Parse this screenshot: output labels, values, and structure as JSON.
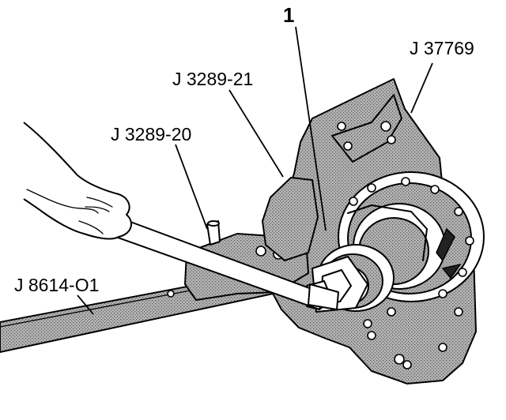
{
  "callouts": {
    "item_1": "1",
    "j37769": "J 37769",
    "j3289_21": "J 3289-21",
    "j3289_20": "J 3289-20",
    "j8614_01": "J 8614-O1"
  },
  "icons": {
    "hand": "hand-icon",
    "wrench": "wrench-bar-icon",
    "fixture": "holding-fixture-icon",
    "pinion": "pinion-flange-icon"
  },
  "colors": {
    "ink": "#000000",
    "shading": "#9a9a9a",
    "background": "#ffffff"
  }
}
